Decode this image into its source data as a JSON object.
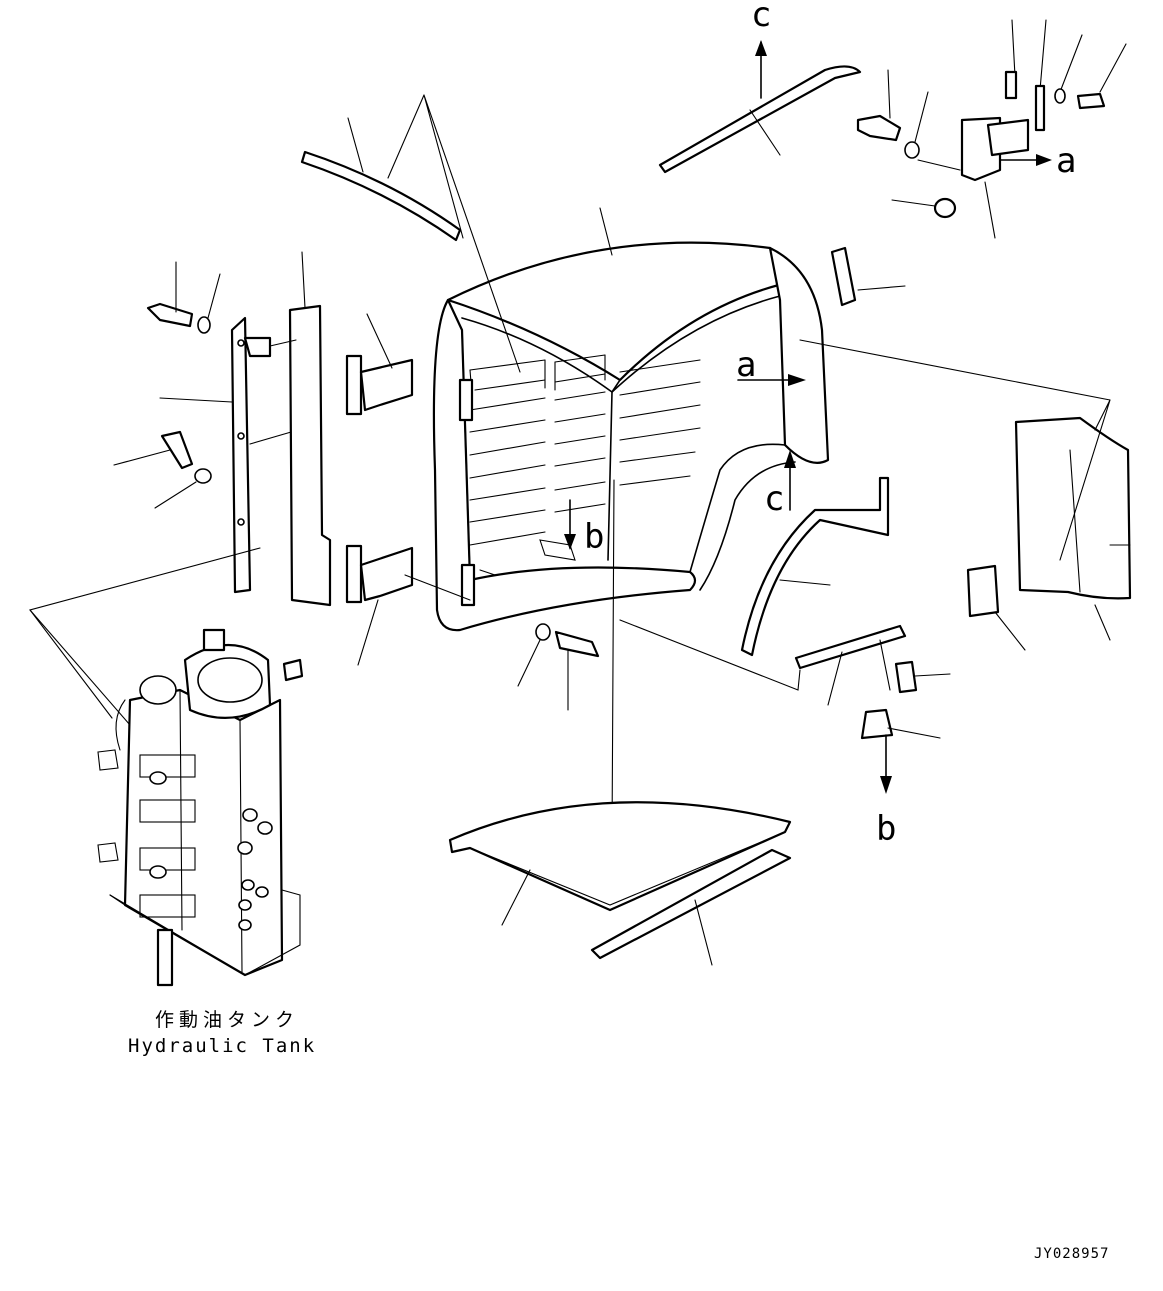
{
  "reference_labels": {
    "a": "a",
    "b": "b",
    "c": "c"
  },
  "caption": {
    "japanese": "作動油タンク",
    "english": "Hydraulic Tank"
  },
  "drawing_code": "JY028957"
}
